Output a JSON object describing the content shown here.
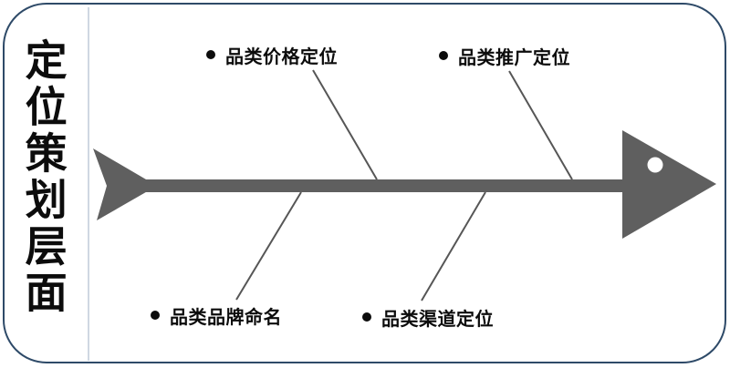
{
  "title": {
    "text": "定位策划层面"
  },
  "diagram": {
    "type": "fishbone",
    "labels": [
      {
        "id": "price",
        "bullet": "dot",
        "text": "品类价格定位",
        "position": "top-left"
      },
      {
        "id": "promotion",
        "bullet": "dot",
        "text": "品类推广定位",
        "position": "top-right"
      },
      {
        "id": "brand",
        "bullet": "dot",
        "text": "品类品牌命名",
        "position": "bottom-left"
      },
      {
        "id": "channel",
        "bullet": "dot",
        "text": "品类渠道定位",
        "position": "bottom-right"
      }
    ],
    "colors": {
      "fish": "#5f5f5f",
      "rib": "#565656",
      "eye": "#ffffff",
      "text": "#0c0c0c",
      "border": "#2e4a68",
      "divider": "#cfd7e2",
      "background": "#ffffff"
    }
  }
}
